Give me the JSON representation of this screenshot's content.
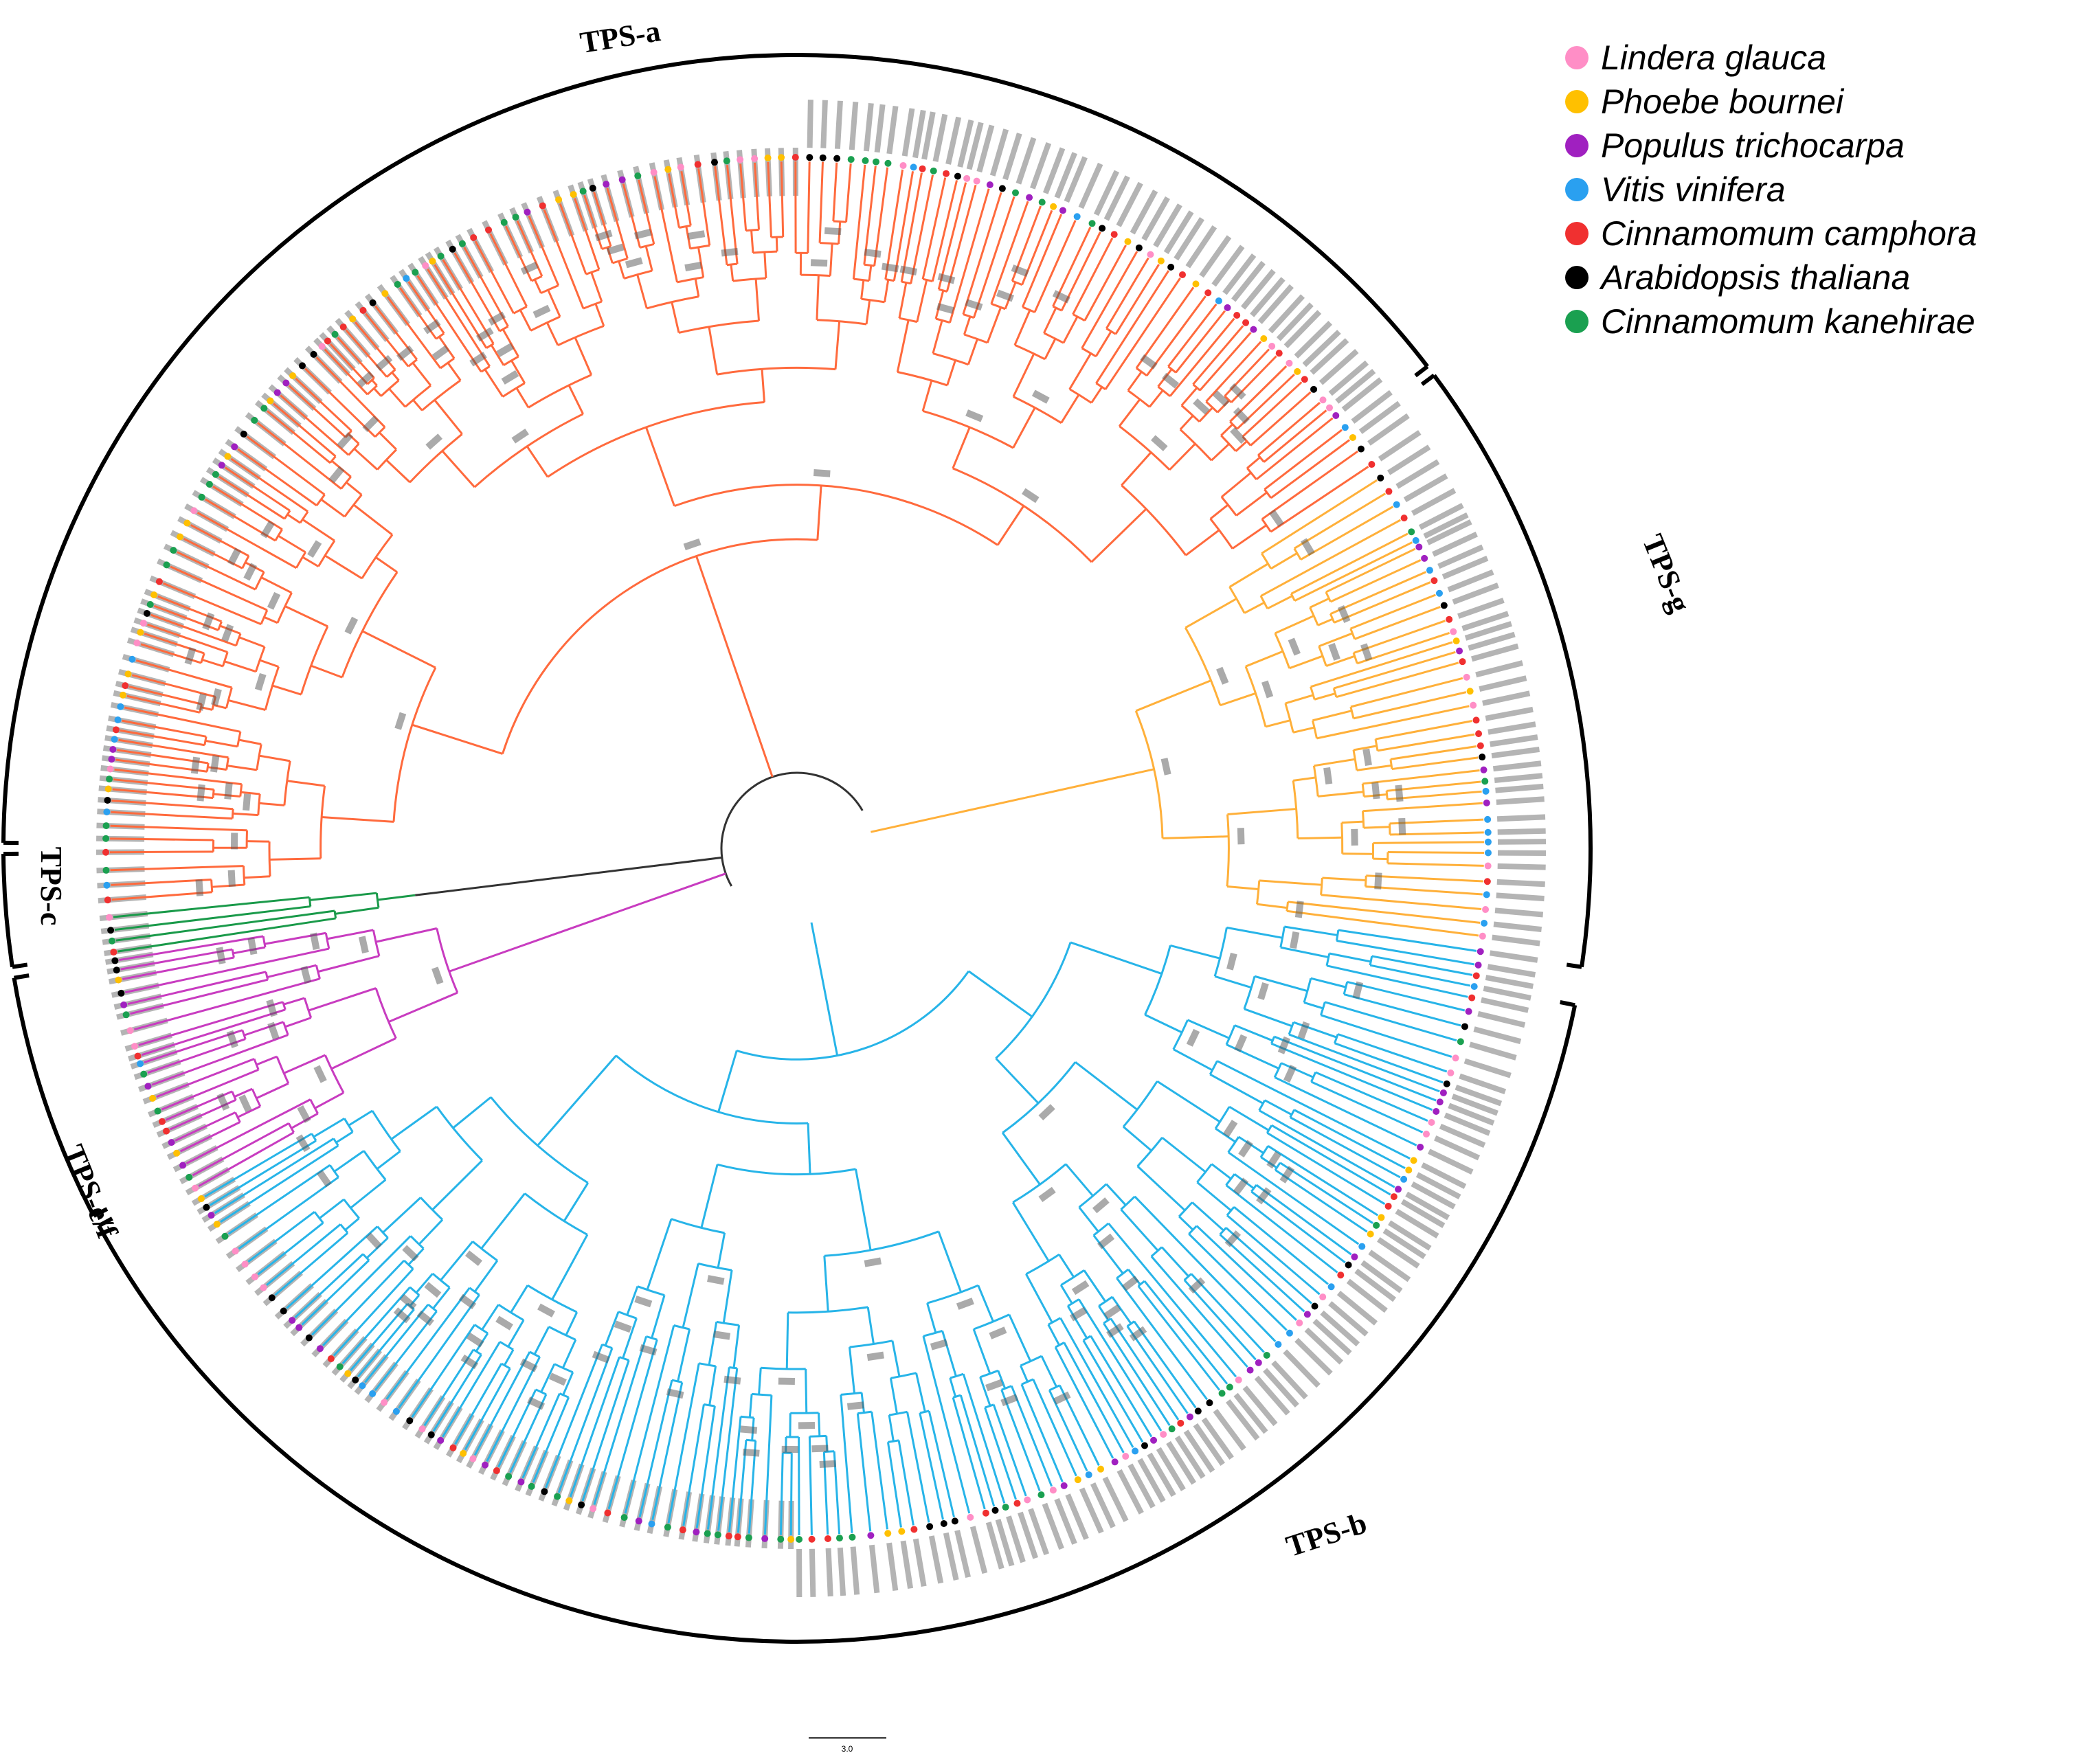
{
  "figure": {
    "clade_labels": [
      "TPS-a",
      "TPS-g",
      "TPS-b",
      "TPS-e/f",
      "TPS-c"
    ],
    "clade_colors": {
      "TPS-a": "#ff6a3d",
      "TPS-g": "#ffb03a",
      "TPS-b": "#27b4e8",
      "TPS-e/f": "#c83cc0",
      "TPS-c": "#1a9a4a",
      "root": "#333333"
    },
    "legend": [
      {
        "species": "Lindera glauca",
        "color": "#ff8ec6"
      },
      {
        "species": "Phoebe bournei",
        "color": "#ffc000"
      },
      {
        "species": "Populus trichocarpa",
        "color": "#a020c0"
      },
      {
        "species": "Vitis vinifera",
        "color": "#2aa0f0"
      },
      {
        "species": "Cinnamomum camphora",
        "color": "#f03030"
      },
      {
        "species": "Arabidopsis thaliana",
        "color": "#000000"
      },
      {
        "species": "Cinnamomum kanehirae",
        "color": "#1aa050"
      }
    ],
    "scale_label": "3.0",
    "tip_label_color": "#777777"
  }
}
